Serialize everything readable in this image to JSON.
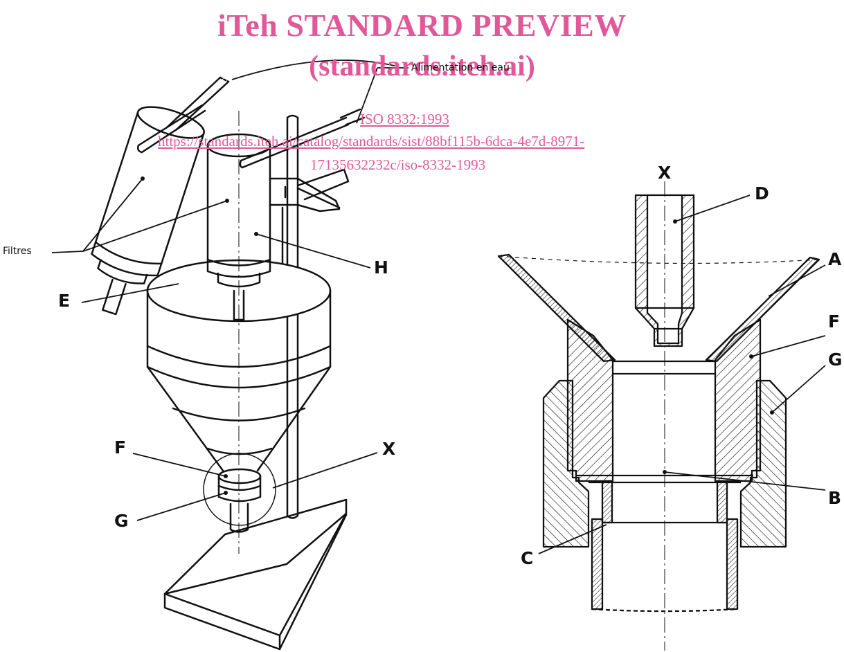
{
  "watermark": {
    "title": "iTeh STANDARD PREVIEW",
    "subtitle": "(standards.iteh.ai)",
    "standard_number": "ISO 8332:1993",
    "url_line1": "https://standards.iteh.ai/catalog/standards/sist/88bf115b-6dca-4e7d-8971-",
    "url_line2": "17135632232c/iso-8332-1993"
  },
  "left_figure": {
    "water_supply": "Alimentation en eau",
    "filters": "Filtres",
    "labels": {
      "E": "E",
      "H": "H",
      "F": "F",
      "G": "G",
      "X": "X"
    }
  },
  "right_figure": {
    "title": "X",
    "labels": {
      "D": "D",
      "A": "A",
      "F": "F",
      "G": "G",
      "B": "B",
      "C": "C"
    }
  },
  "colors": {
    "watermark": "#e0589a",
    "line": "#111111"
  }
}
